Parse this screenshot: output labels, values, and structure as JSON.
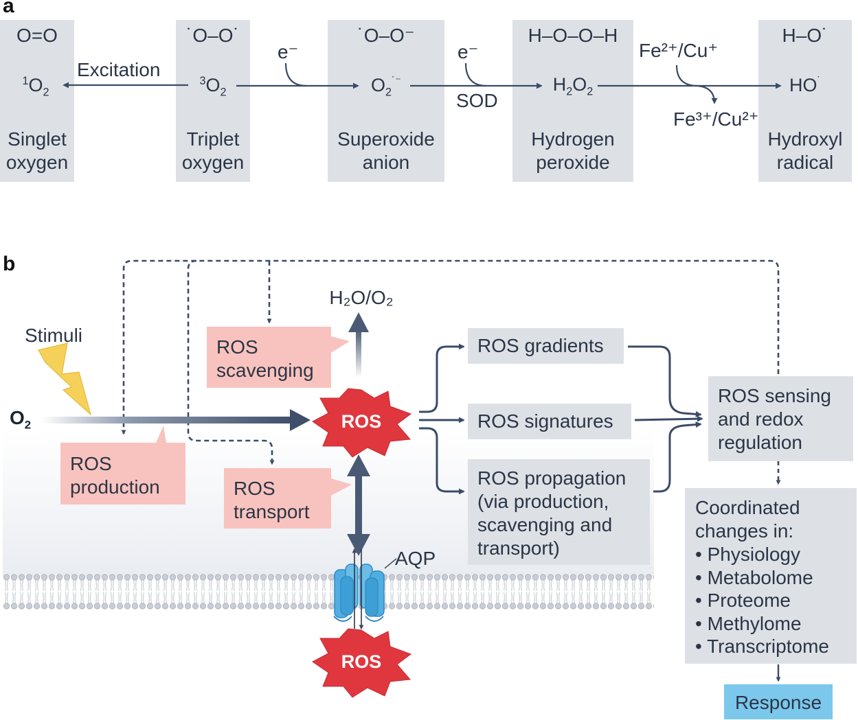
{
  "panel_a": {
    "label": "a",
    "species": [
      {
        "structure": "O=O",
        "formula_pre": "1",
        "formula_main": "O",
        "formula_sub": "2",
        "formula_sup": "",
        "name": "Singlet\noxygen"
      },
      {
        "structure": "˙O–O˙",
        "formula_pre": "3",
        "formula_main": "O",
        "formula_sub": "2",
        "formula_sup": "",
        "name": "Triplet\noxygen"
      },
      {
        "structure": "˙O–O⁻",
        "formula_pre": "",
        "formula_main": "O",
        "formula_sub": "2",
        "formula_sup": "˙⁻",
        "name": "Superoxide\nanion"
      },
      {
        "structure": "H–O–O–H",
        "formula_pre": "",
        "formula_main": "H",
        "formula_sub": "2",
        "formula_main2": "O",
        "formula_sub2": "2",
        "formula_sup": "",
        "name": "Hydrogen\nperoxide"
      },
      {
        "structure": "H–O˙",
        "formula_pre": "",
        "formula_main": "HO",
        "formula_sub": "",
        "formula_sup": "˙",
        "name": "Hydroxyl\nradical"
      }
    ],
    "excitation": "Excitation",
    "electron_1": "e⁻",
    "electron_2": "e⁻",
    "sod": "SOD",
    "metal_in": "Fe²⁺/Cu⁺",
    "metal_out": "Fe³⁺/Cu²⁺"
  },
  "panel_b": {
    "label": "b",
    "stimuli": "Stimuli",
    "o2_main": "O",
    "o2_sub": "2",
    "h2o_o2": "H₂O/O₂",
    "ros": "ROS",
    "ros_lower": "ROS",
    "aqp": "AQP",
    "callouts": {
      "scavenging": "ROS\nscavenging",
      "production": "ROS\nproduction",
      "transport": "ROS\ntransport"
    },
    "outputs": {
      "gradients": "ROS gradients",
      "signatures": "ROS signatures",
      "propagation": "ROS propagation\n(via production,\nscavenging and\ntransport)"
    },
    "sensing": "ROS sensing\nand redox\nregulation",
    "coordinated_title": "Coordinated\nchanges in:",
    "coordinated_items": [
      "Physiology",
      "Metabolome",
      "Proteome",
      "Methylome",
      "Transcriptome"
    ],
    "response": "Response"
  },
  "colors": {
    "box_gray": "#dde1e6",
    "arrow_navy": "#3b4b66",
    "callout_pink": "#f8c3be",
    "ros_red": "#e0373f",
    "response_blue": "#7cc7ec",
    "aqp_blue": "#52aee0",
    "lightning_yellow": "#f5d15a"
  }
}
